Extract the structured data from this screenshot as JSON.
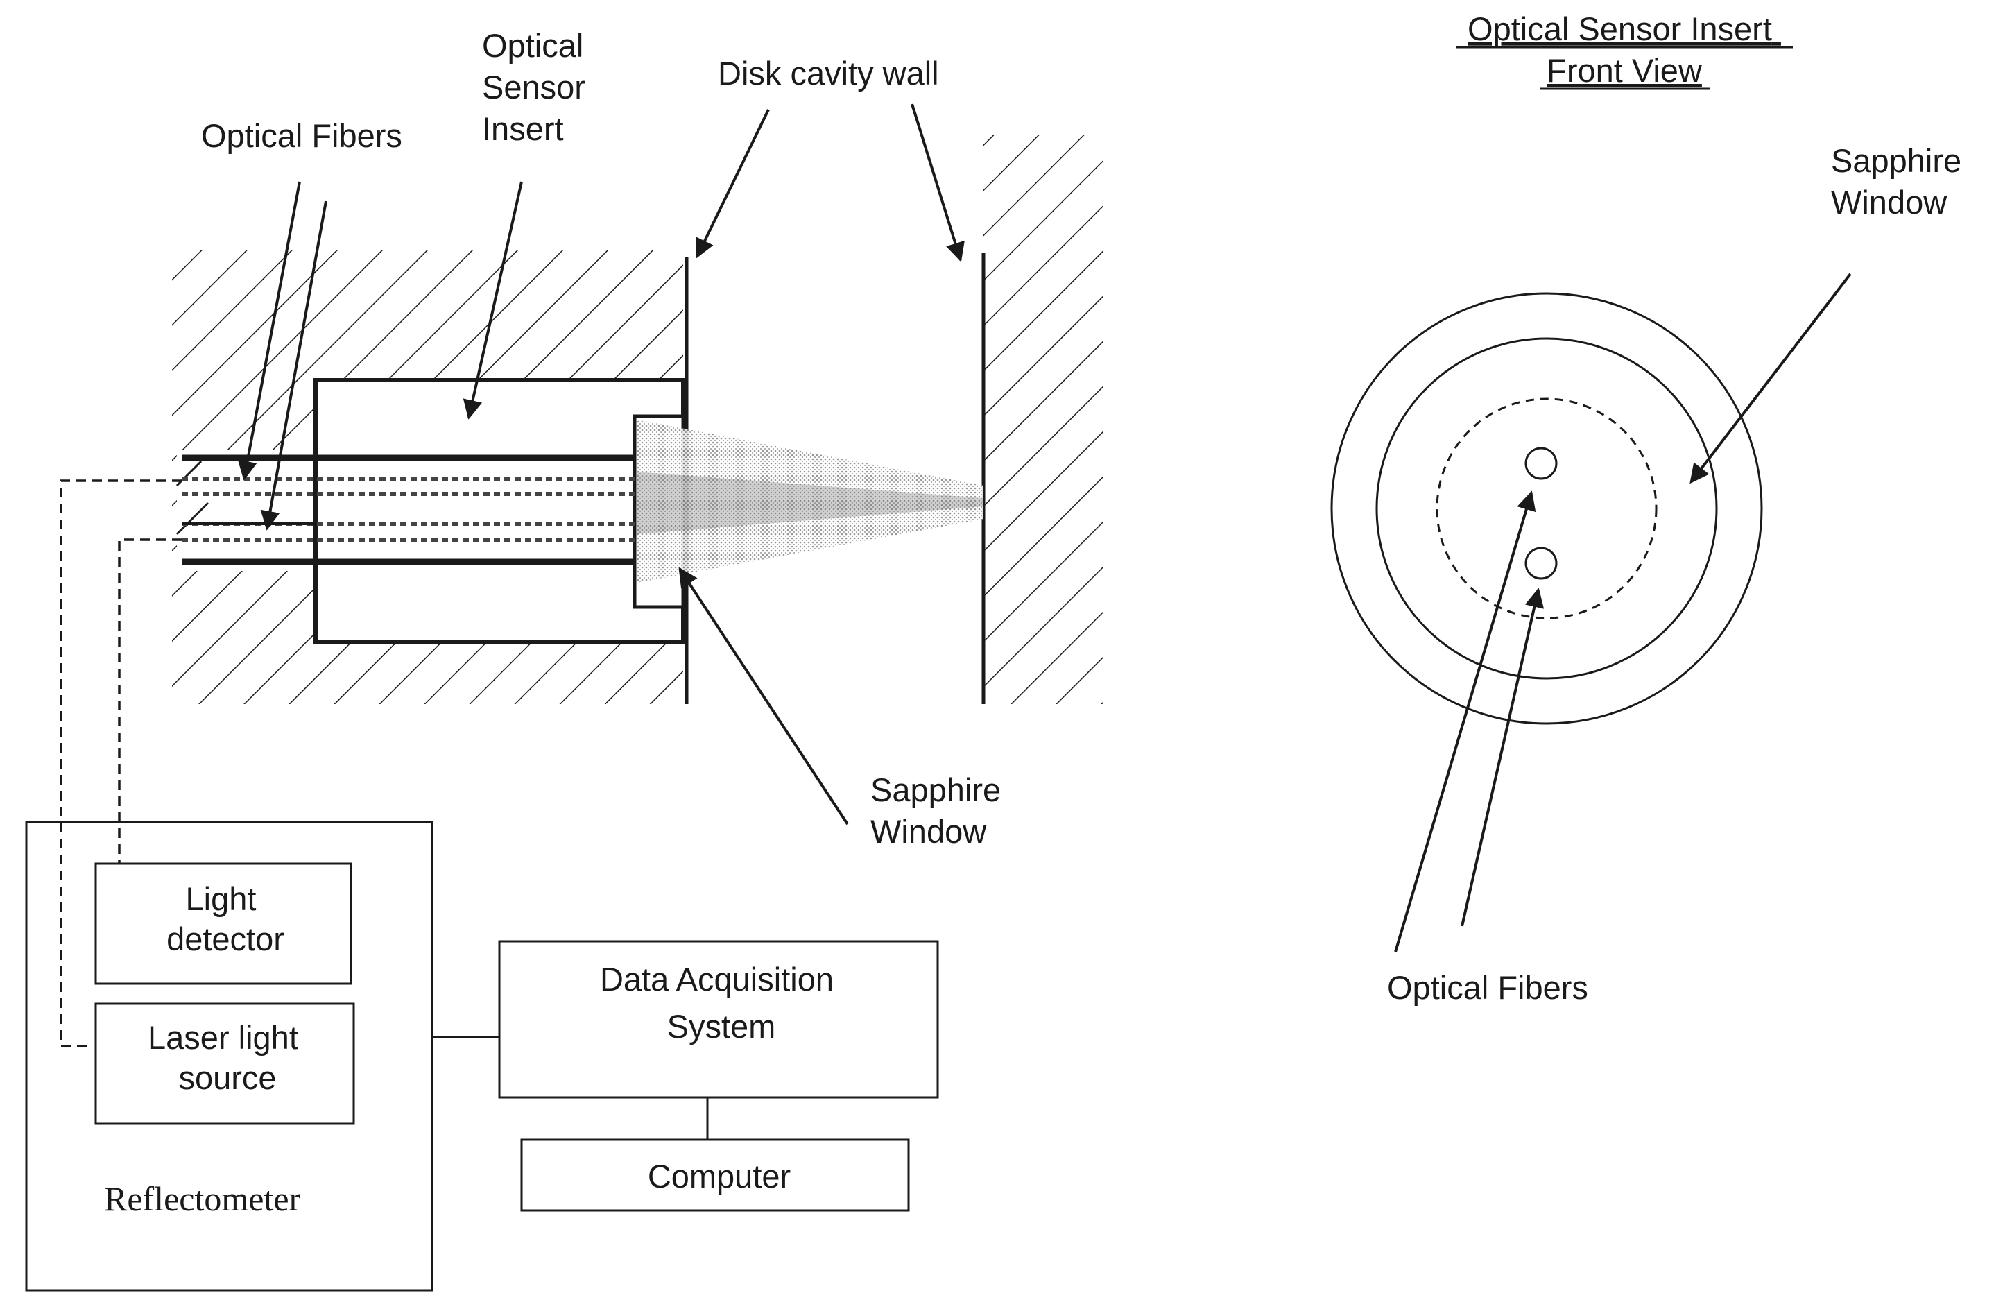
{
  "side_view": {
    "optical_fibers_label": "Optical Fibers",
    "optical_sensor_insert_label": [
      "Optical",
      "Sensor",
      "Insert"
    ],
    "disk_cavity_wall_label": "Disk cavity wall",
    "sapphire_window_label": [
      "Sapphire",
      "Window"
    ]
  },
  "system": {
    "light_detector_label": [
      "Light",
      "detector"
    ],
    "laser_light_source_label": [
      "Laser light",
      "source"
    ],
    "reflectometer_label": "Reflectometer",
    "data_acquisition_label": [
      "Data Acquisition",
      "System"
    ],
    "computer_label": "Computer"
  },
  "front_view": {
    "title": [
      "Optical Sensor Insert",
      "Front View"
    ],
    "sapphire_window_label": [
      "Sapphire",
      "Window"
    ],
    "optical_fibers_label": "Optical Fibers"
  }
}
